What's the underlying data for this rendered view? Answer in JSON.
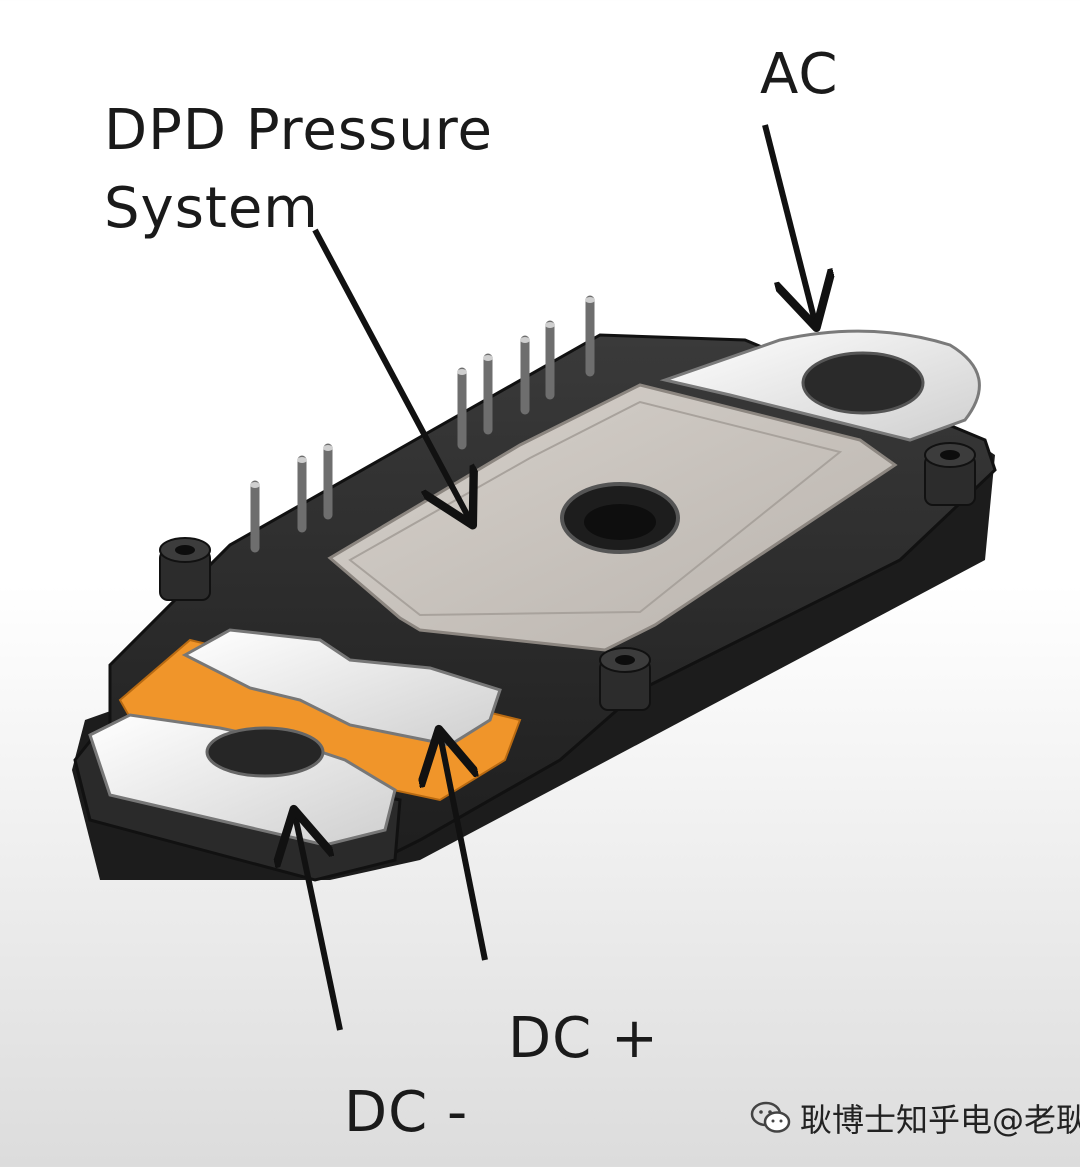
{
  "diagram": {
    "labels": {
      "dpd_line1": "DPD Pressure",
      "dpd_line2": "System",
      "ac": "AC",
      "dc_plus": "DC +",
      "dc_minus": "DC -"
    }
  },
  "watermark": {
    "text": "耿博士知乎电@老耿",
    "icon": "wechat-icon"
  },
  "colors": {
    "housing": "#2b2b2b",
    "substrate": "#c8c2bc",
    "terminal_metal": "#e8e8e8",
    "insulator": "#f0952a",
    "arrows": "#111111"
  }
}
